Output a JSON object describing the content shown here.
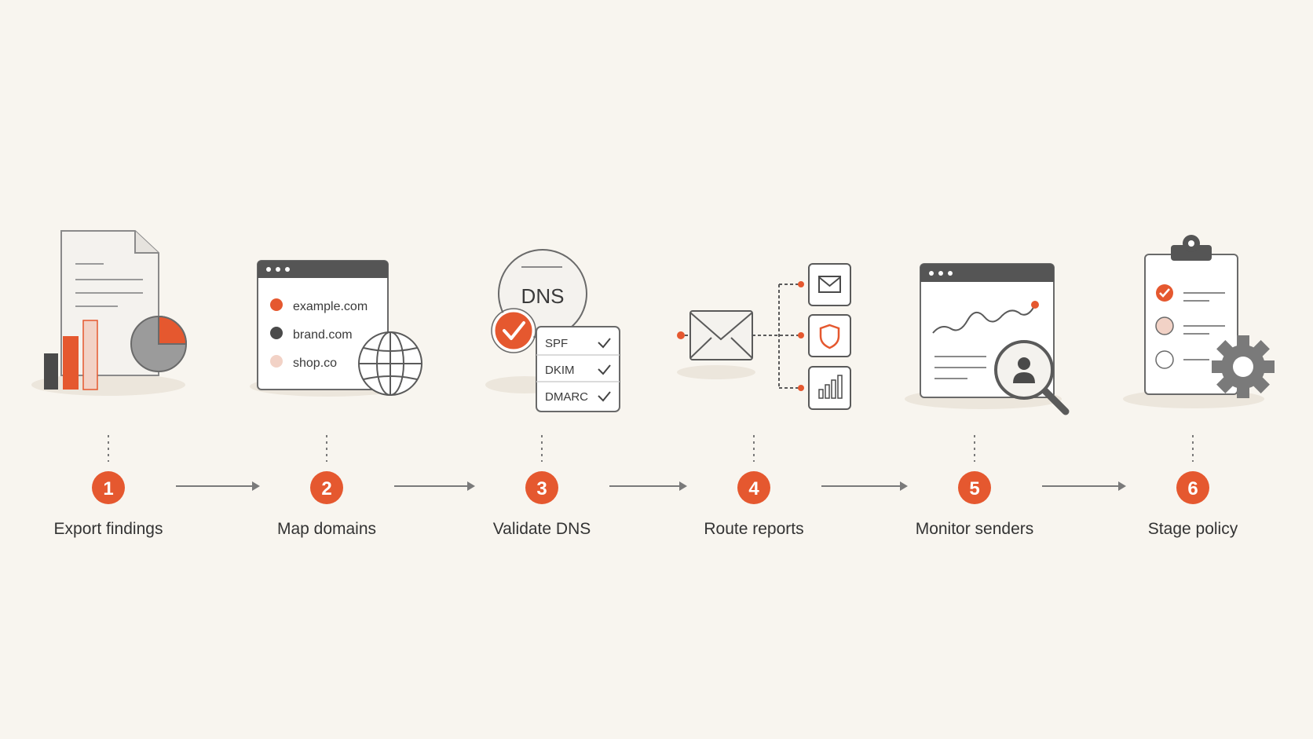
{
  "colors": {
    "background": "#f8f5ef",
    "accent": "#e5582f",
    "accent_light": "#f2d2c6",
    "ink": "#555555",
    "dark": "#4a4a4a",
    "paper": "#ffffff"
  },
  "steps": [
    {
      "number": "1",
      "label": "Export findings",
      "icon": "report-chart-icon"
    },
    {
      "number": "2",
      "label": "Map domains",
      "icon": "domain-browser-icon"
    },
    {
      "number": "3",
      "label": "Validate DNS",
      "icon": "dns-check-icon"
    },
    {
      "number": "4",
      "label": "Route reports",
      "icon": "mail-routing-icon"
    },
    {
      "number": "5",
      "label": "Monitor senders",
      "icon": "monitor-search-icon"
    },
    {
      "number": "6",
      "label": "Stage policy",
      "icon": "clipboard-gear-icon"
    }
  ],
  "domains": {
    "items": [
      "example.com",
      "brand.com",
      "shop.co"
    ]
  },
  "dns": {
    "title": "DNS",
    "records": [
      "SPF",
      "DKIM",
      "DMARC"
    ]
  }
}
